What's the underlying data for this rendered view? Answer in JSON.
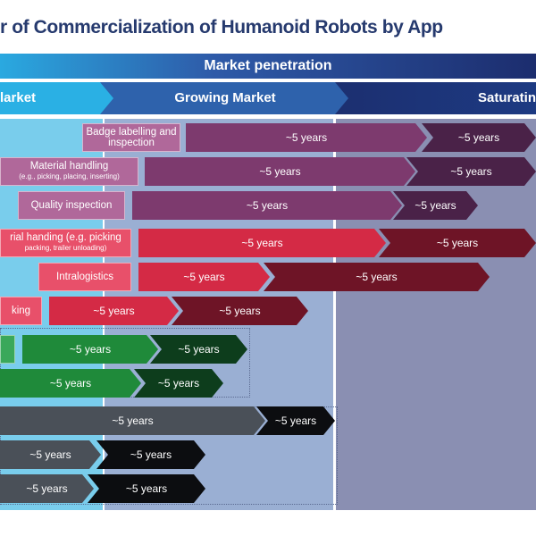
{
  "title": "r of Commercialization of Humanoid Robots by App",
  "header": {
    "market_penetration": "Market penetration"
  },
  "phases": [
    "larket",
    "Growing Market",
    "Saturatin"
  ],
  "rows": [
    {
      "label": "Badge labelling and inspection",
      "label_sub": "",
      "seg1": "~5 years",
      "seg2": "~5 years"
    },
    {
      "label": "Material handling",
      "label_sub": "(e.g., picking, placing, inserting)",
      "seg1": "~5 years",
      "seg2": "~5 years"
    },
    {
      "label": "Quality inspection",
      "label_sub": "",
      "seg1": "~5 years",
      "seg2": "~5 years"
    },
    {
      "label": "rial handing (e.g. picking",
      "label_sub": "packing, trailer unloading)",
      "seg1": "~5 years",
      "seg2": "~5 years"
    },
    {
      "label": "Intralogistics",
      "label_sub": "",
      "seg1": "~5 years",
      "seg2": "~5 years"
    },
    {
      "label": "king",
      "label_sub": "",
      "seg1": "~5 years",
      "seg2": "~5 years"
    },
    {
      "label": "",
      "label_sub": "",
      "seg1": "~5 years",
      "seg2": "~5 years"
    },
    {
      "label": "",
      "label_sub": "",
      "seg1": "~5 years",
      "seg2": "~5 years"
    },
    {
      "label": "",
      "label_sub": "",
      "seg1": "~5 years",
      "seg2": "~5 years"
    },
    {
      "label": "",
      "label_sub": "",
      "seg1": "~5 years",
      "seg2": "~5 years"
    },
    {
      "label": "",
      "label_sub": "",
      "seg1": "~5 years",
      "seg2": "~5 years"
    }
  ],
  "colors": {
    "purple_label": "#b0689a",
    "purple1": "#7d3a6e",
    "purple2": "#4a2248",
    "red_label": "#e8506a",
    "red1": "#d42a45",
    "red2": "#6e1426",
    "green_label": "#3aa85a",
    "green1": "#1f8a3a",
    "green2": "#0d3d1c",
    "gray1": "#4a5058",
    "gray2": "#0c0d10"
  }
}
